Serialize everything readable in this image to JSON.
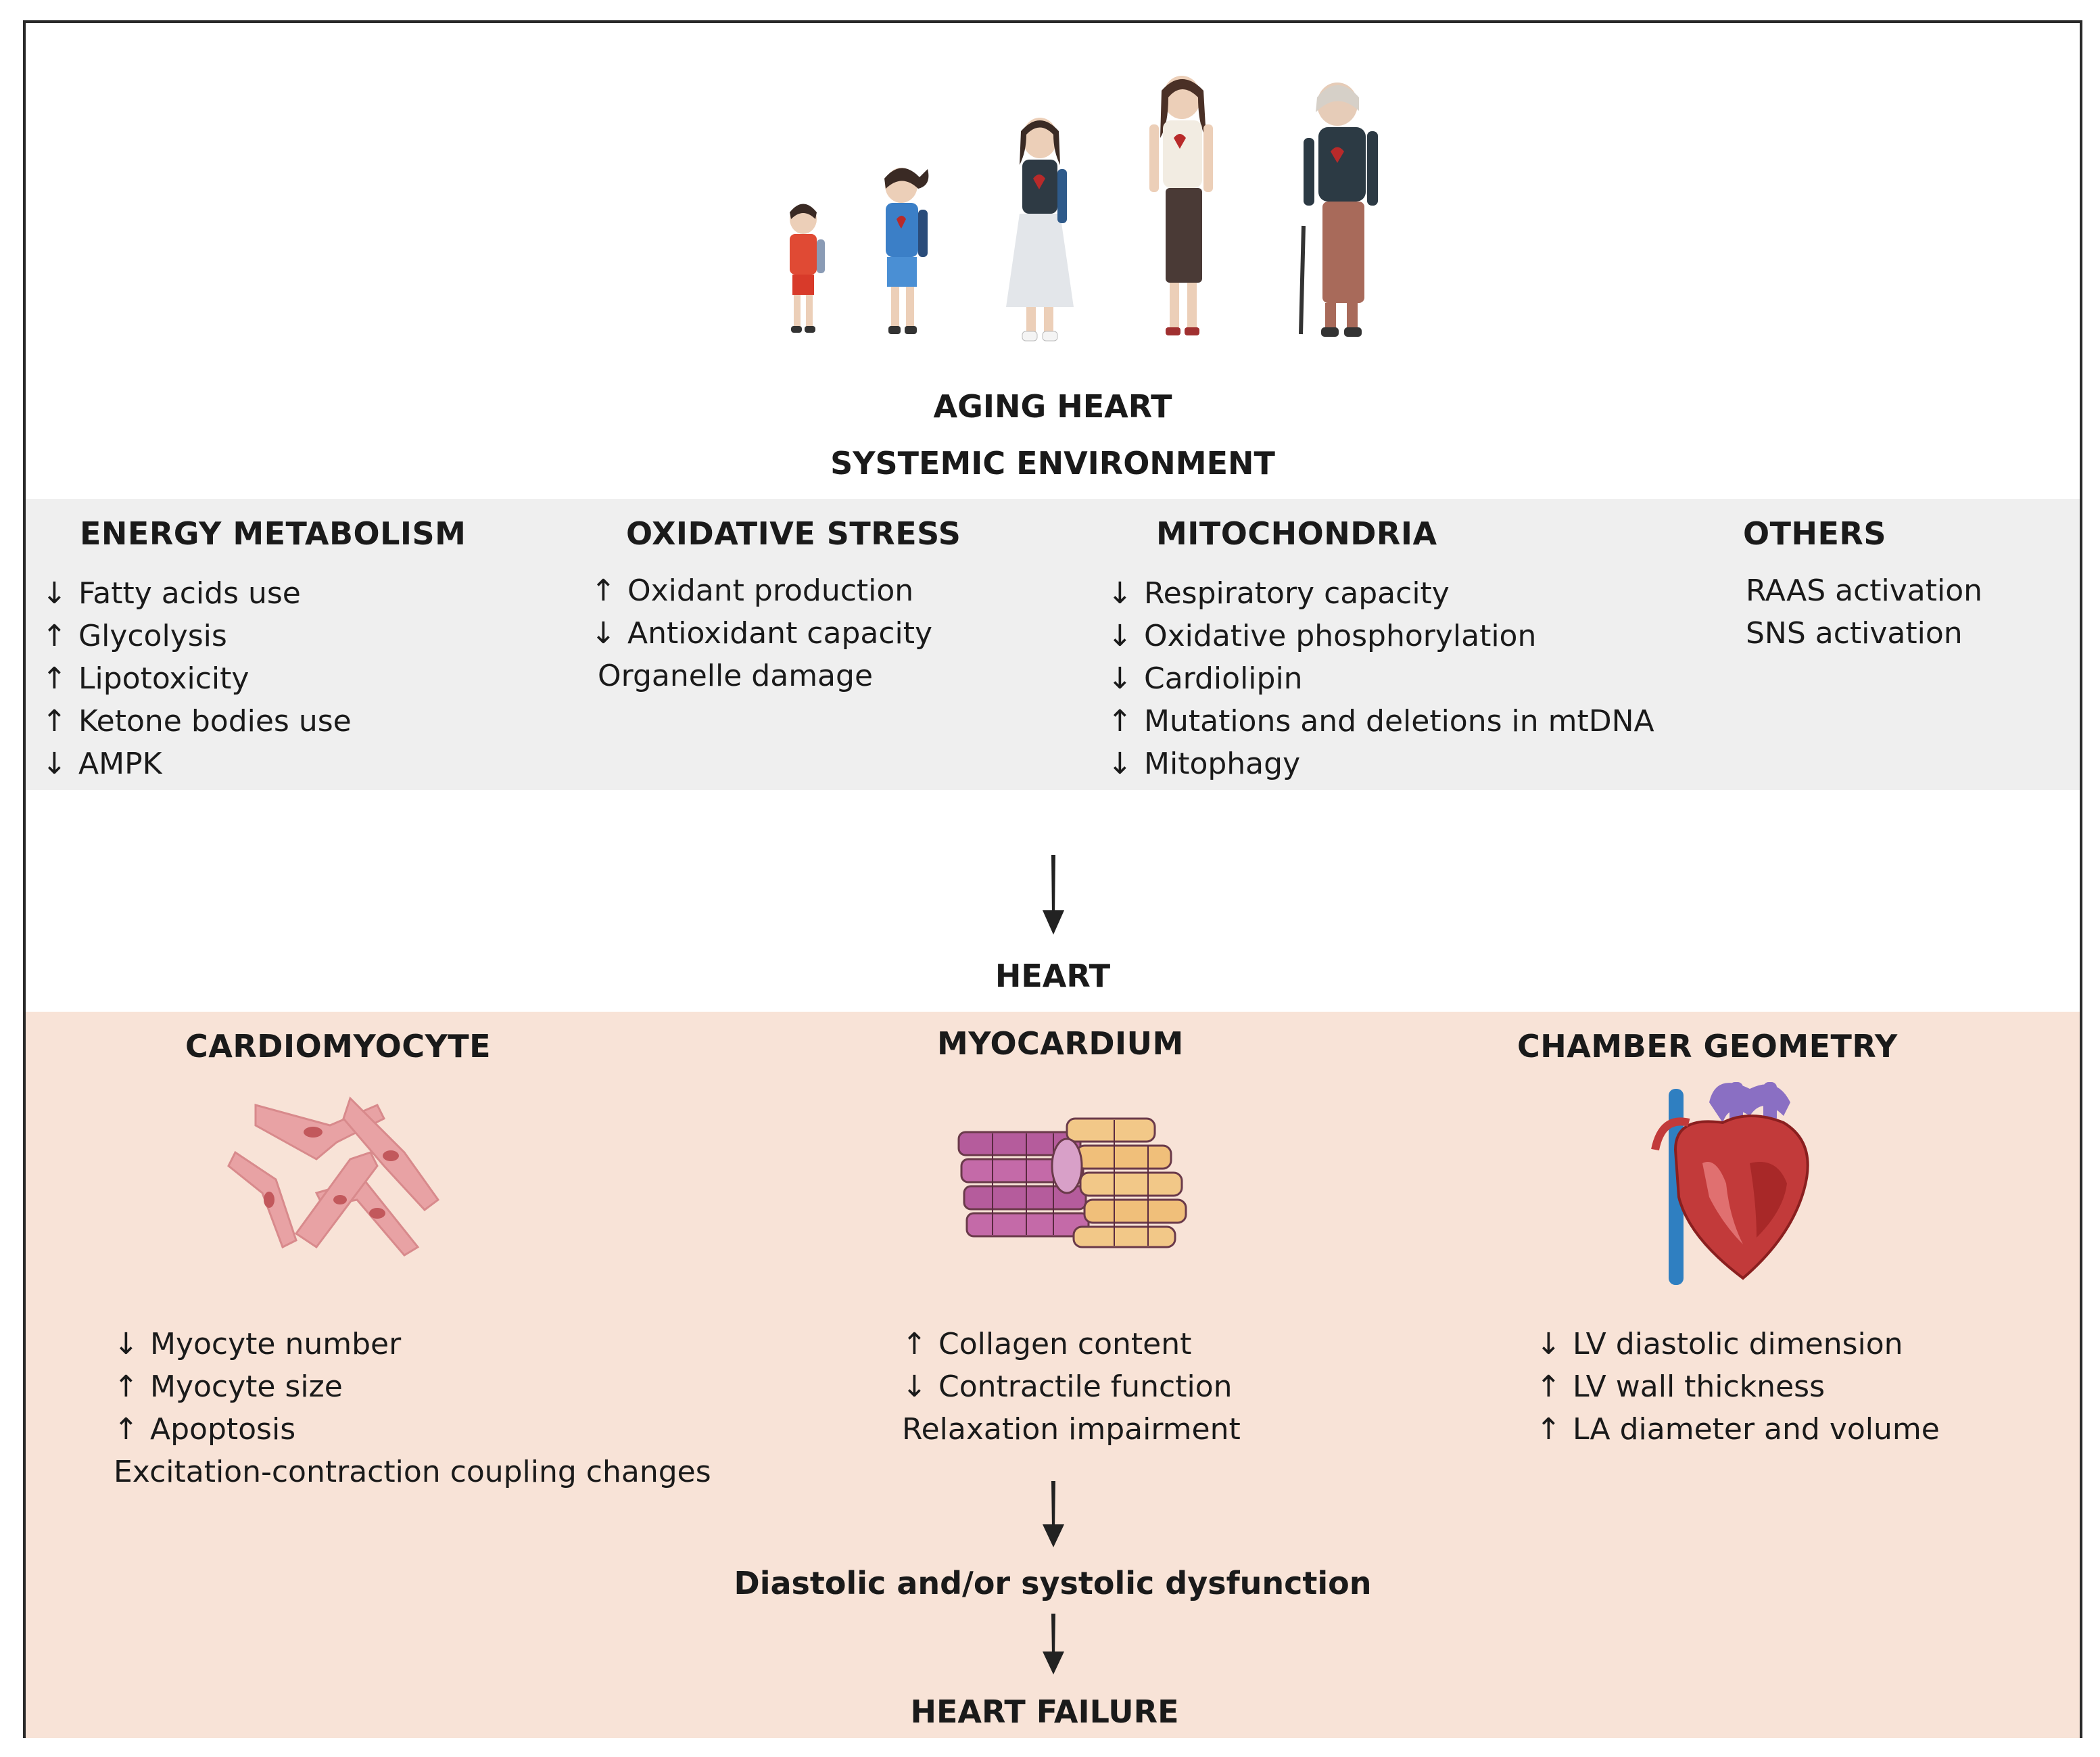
{
  "top": {
    "title_line1": "AGING HEART",
    "title_line2": "SYSTEMIC ENVIRONMENT"
  },
  "systemic": {
    "energy": {
      "heading": "ENERGY METABOLISM",
      "items": [
        {
          "arrow": "↓",
          "text": "Fatty acids use"
        },
        {
          "arrow": "↑",
          "text": "Glycolysis"
        },
        {
          "arrow": "↑",
          "text": "Lipotoxicity"
        },
        {
          "arrow": "↑",
          "text": "Ketone bodies use"
        },
        {
          "arrow": "↓",
          "text": "AMPK"
        }
      ]
    },
    "oxidative": {
      "heading": "OXIDATIVE STRESS",
      "items": [
        {
          "arrow": "↑",
          "text": "Oxidant production"
        },
        {
          "arrow": "↓",
          "text": "Antioxidant capacity"
        },
        {
          "arrow": "",
          "text": "Organelle damage"
        }
      ]
    },
    "mitochondria": {
      "heading": "MITOCHONDRIA",
      "items": [
        {
          "arrow": "↓",
          "text": "Respiratory capacity"
        },
        {
          "arrow": "↓",
          "text": "Oxidative phosphorylation"
        },
        {
          "arrow": "↓",
          "text": "Cardiolipin"
        },
        {
          "arrow": "↑",
          "text": "Mutations and deletions in mtDNA"
        },
        {
          "arrow": "↓",
          "text": "Mitophagy"
        }
      ]
    },
    "others": {
      "heading": "OTHERS",
      "items": [
        {
          "arrow": "",
          "text": "RAAS activation"
        },
        {
          "arrow": "",
          "text": "SNS activation"
        }
      ]
    }
  },
  "heart": {
    "title": "HEART",
    "cardiomyocyte": {
      "heading": "CARDIOMYOCYTE",
      "items": [
        {
          "arrow": "↓",
          "text": "Myocyte number"
        },
        {
          "arrow": "↑",
          "text": "Myocyte size"
        },
        {
          "arrow": "↑",
          "text": "Apoptosis"
        },
        {
          "arrow": "",
          "text": "Excitation-contraction coupling changes"
        }
      ]
    },
    "myocardium": {
      "heading": "MYOCARDIUM",
      "items": [
        {
          "arrow": "↑",
          "text": "Collagen content"
        },
        {
          "arrow": "↓",
          "text": "Contractile function"
        },
        {
          "arrow": "",
          "text": "Relaxation impairment"
        }
      ]
    },
    "chamber": {
      "heading": "CHAMBER GEOMETRY",
      "items": [
        {
          "arrow": "↓",
          "text": "LV diastolic dimension"
        },
        {
          "arrow": "↑",
          "text": "LV wall thickness"
        },
        {
          "arrow": "↑",
          "text": "LA diameter and volume"
        }
      ]
    },
    "dysfunction": "Diastolic and/or systolic dysfunction",
    "failure": "HEART FAILURE"
  },
  "icons": [
    "aging-people-illustration",
    "cardiomyocyte-cells-icon",
    "myocardium-fibers-icon",
    "heart-anatomy-icon",
    "down-arrow-icon"
  ],
  "colors": {
    "grey_band": "#efefef",
    "pink_band": "#f8e3d7",
    "cell_pink": "#e8a2a4",
    "heart_red": "#c23a3a",
    "vessel_blue": "#2f7fc1",
    "vessel_purple": "#8a6fc3"
  }
}
